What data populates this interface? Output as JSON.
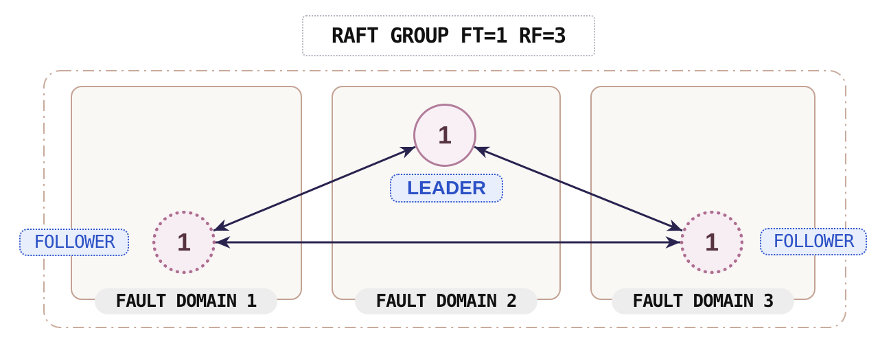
{
  "title": {
    "label": "RAFT GROUP FT=1 RF=3"
  },
  "colors": {
    "arrow": "#29234f",
    "container_border": "#c9ab9c",
    "domain_border": "#c3a293",
    "domain_fill": "#faf8f5",
    "leader_node_border": "#b17d9b",
    "follower_node_border": "#ad6d90",
    "node_text": "#56333f",
    "role_text": "#2c51c6",
    "role_fill": "#e8eefb",
    "role_border": "#2f55cc",
    "domain_label_fill": "#ededed",
    "title_border": "#b5b5c0"
  },
  "raft_group": {
    "domains": [
      {
        "label": "FAULT DOMAIN 1",
        "node": {
          "id": "1",
          "role": "FOLLOWER"
        }
      },
      {
        "label": "FAULT DOMAIN 2",
        "node": {
          "id": "1",
          "role": "LEADER"
        }
      },
      {
        "label": "FAULT DOMAIN 3",
        "node": {
          "id": "1",
          "role": "FOLLOWER"
        }
      }
    ],
    "connections": [
      {
        "from": "FAULT DOMAIN 1",
        "to": "FAULT DOMAIN 2",
        "bidirectional": true
      },
      {
        "from": "FAULT DOMAIN 2",
        "to": "FAULT DOMAIN 3",
        "bidirectional": true
      },
      {
        "from": "FAULT DOMAIN 1",
        "to": "FAULT DOMAIN 3",
        "bidirectional": true
      }
    ]
  }
}
